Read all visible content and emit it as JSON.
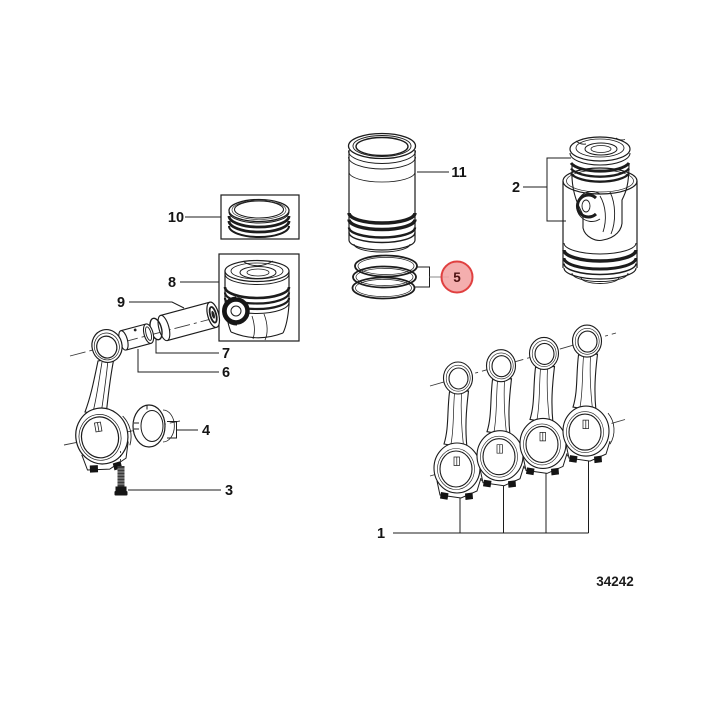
{
  "page": {
    "background": "#ffffff",
    "drawing_number": "34242"
  },
  "highlight": {
    "fill": "#f2a0a0",
    "border": "#e04040",
    "text_color": "#4d1111",
    "leader_color": "#8a8a8a"
  },
  "callouts": {
    "c1": "1",
    "c2": "2",
    "c3": "3",
    "c4": "4",
    "c5": "5",
    "c6": "6",
    "c7": "7",
    "c8": "8",
    "c9": "9",
    "c10": "10",
    "c11": "11"
  }
}
